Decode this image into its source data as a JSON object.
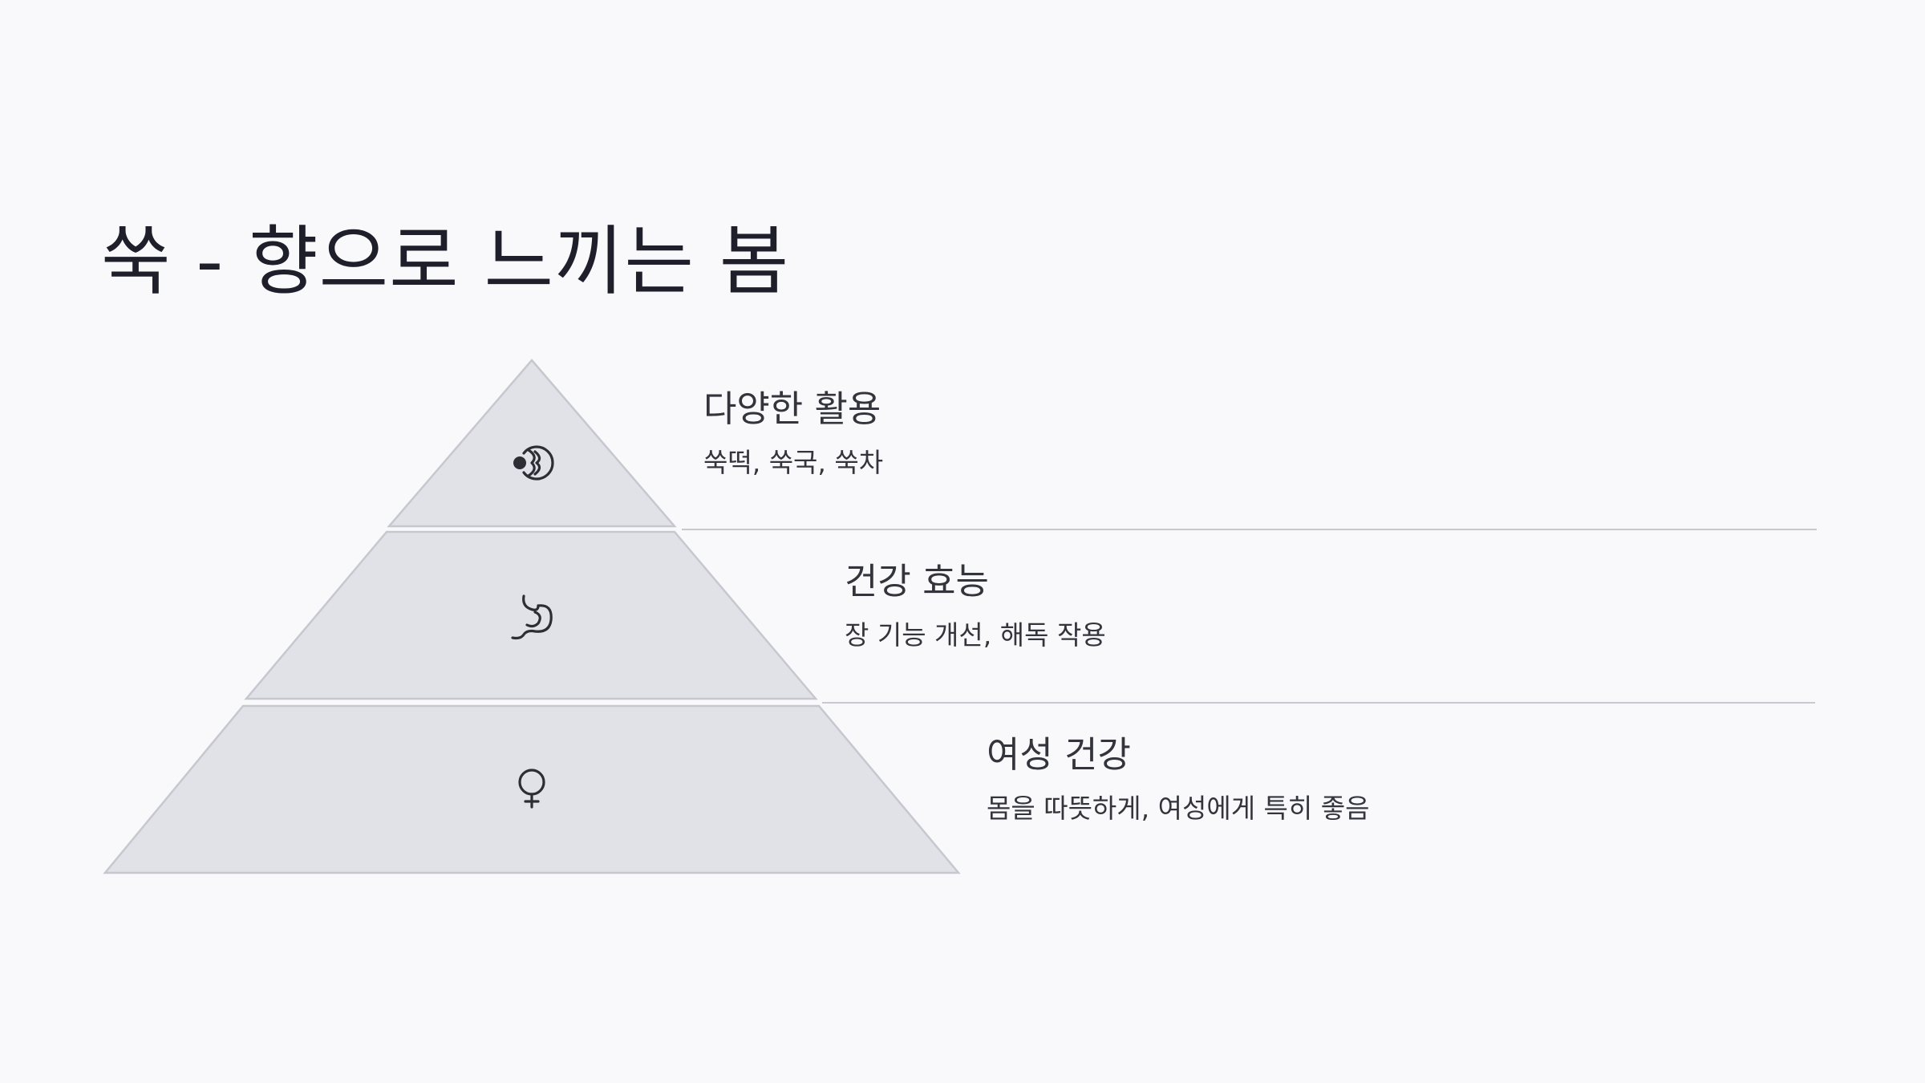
{
  "slide": {
    "title": "쑥 - 향으로 느끼는 봄"
  },
  "pyramid": {
    "tiers": [
      {
        "heading": "다양한 활용",
        "description": "쑥떡, 쑥국, 쑥차",
        "icon": "cooking-icon"
      },
      {
        "heading": "건강 효능",
        "description": "장 기능 개선, 해독 작용",
        "icon": "stomach-icon"
      },
      {
        "heading": "여성 건강",
        "description": "몸을 따뜻하게, 여성에게 특히 좋음",
        "icon": "female-symbol-icon"
      }
    ]
  },
  "colors": {
    "background": "#f9f9fb",
    "tier_fill": "#e1e2e8",
    "tier_stroke": "#c6c7cf",
    "text": "#34343d"
  }
}
